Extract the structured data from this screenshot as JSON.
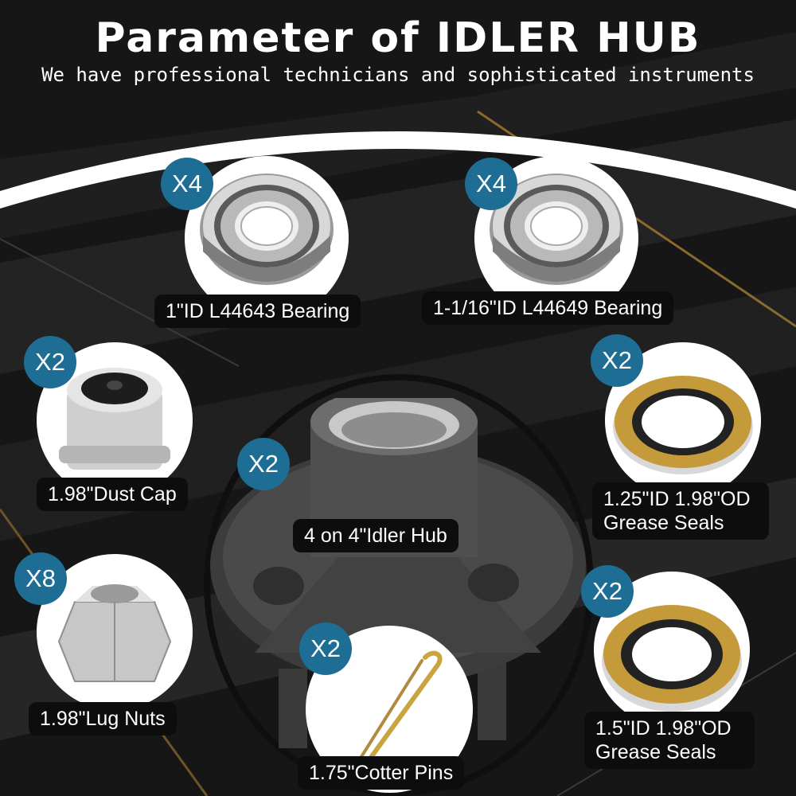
{
  "header": {
    "title": "Parameter of IDLER HUB",
    "subtitle": "We have professional technicians and sophisticated instruments"
  },
  "parts": [
    {
      "id": "bearing-1",
      "quantity": "X4",
      "label": "1\"ID L44643 Bearing",
      "icon": "tapered-bearing-icon"
    },
    {
      "id": "bearing-2",
      "quantity": "X4",
      "label": "1-1/16\"ID L44649 Bearing",
      "icon": "tapered-bearing-icon"
    },
    {
      "id": "dust-cap",
      "quantity": "X2",
      "label": "1.98\"Dust Cap",
      "icon": "dust-cap-icon"
    },
    {
      "id": "seal-1",
      "quantity": "X2",
      "label_line1": "1.25\"ID 1.98\"OD",
      "label_line2": "Grease Seals",
      "icon": "grease-seal-icon"
    },
    {
      "id": "hub",
      "quantity": "X2",
      "label": "4 on 4\"Idler Hub",
      "icon": "idler-hub-icon"
    },
    {
      "id": "lug-nut",
      "quantity": "X8",
      "label": "1.98\"Lug Nuts",
      "icon": "lug-nut-icon"
    },
    {
      "id": "seal-2",
      "quantity": "X2",
      "label_line1": "1.5\"ID 1.98\"OD",
      "label_line2": "Grease Seals",
      "icon": "grease-seal-icon"
    },
    {
      "id": "cotter-pin",
      "quantity": "X2",
      "label": "1.75\"Cotter Pins",
      "icon": "cotter-pin-icon"
    }
  ],
  "colors": {
    "badge": "#1e6d94",
    "label_bg": "#0d0d0d",
    "background": "#1a1a1a",
    "accent_gold": "#b08a3e",
    "seal_gold": "#c49a3a"
  }
}
